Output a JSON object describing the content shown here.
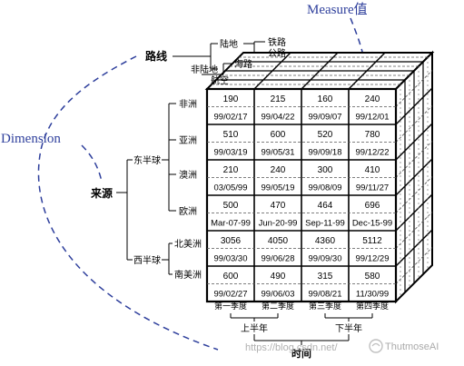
{
  "annotations": {
    "measure": "Measure值",
    "dimension": "Dimension",
    "watermark": "https://blog.csdn.net/",
    "watermark_brand": "ThutmoseAI"
  },
  "route_dimension": {
    "title": "路线",
    "groups": [
      {
        "label": "陆地",
        "children": [
          "铁路",
          "公路"
        ]
      },
      {
        "label": "非陆地",
        "children": [
          "海路",
          "航空"
        ]
      }
    ]
  },
  "source_dimension": {
    "title": "来源",
    "hemispheres": [
      {
        "label": "东半球",
        "regions": [
          "非洲",
          "亚洲",
          "澳洲",
          "欧洲"
        ]
      },
      {
        "label": "西半球",
        "regions": [
          "北美洲",
          "南美洲"
        ]
      }
    ]
  },
  "time_dimension": {
    "title": "时间",
    "halves": [
      "上半年",
      "下半年"
    ],
    "quarters": [
      "第一季度",
      "第二季度",
      "第三季度",
      "第四季度"
    ]
  },
  "grid": {
    "rows": [
      {
        "region": "非洲",
        "cells": [
          {
            "value": "190",
            "date": "99/02/17"
          },
          {
            "value": "215",
            "date": "99/04/22"
          },
          {
            "value": "160",
            "date": "99/09/07"
          },
          {
            "value": "240",
            "date": "99/12/01"
          }
        ]
      },
      {
        "region": "亚洲",
        "cells": [
          {
            "value": "510",
            "date": "99/03/19"
          },
          {
            "value": "600",
            "date": "99/05/31"
          },
          {
            "value": "520",
            "date": "99/09/18"
          },
          {
            "value": "780",
            "date": "99/12/22"
          }
        ]
      },
      {
        "region": "澳洲",
        "cells": [
          {
            "value": "210",
            "date": "03/05/99"
          },
          {
            "value": "240",
            "date": "99/05/19"
          },
          {
            "value": "300",
            "date": "99/08/09"
          },
          {
            "value": "410",
            "date": "99/11/27"
          }
        ]
      },
      {
        "region": "欧洲",
        "cells": [
          {
            "value": "500",
            "date": "Mar-07-99"
          },
          {
            "value": "470",
            "date": "Jun-20-99"
          },
          {
            "value": "464",
            "date": "Sep-11-99"
          },
          {
            "value": "696",
            "date": "Dec-15-99"
          }
        ]
      },
      {
        "region": "北美洲",
        "cells": [
          {
            "value": "3056",
            "date": "99/03/30"
          },
          {
            "value": "4050",
            "date": "99/06/28"
          },
          {
            "value": "4360",
            "date": "99/09/30"
          },
          {
            "value": "5112",
            "date": "99/12/29"
          }
        ]
      },
      {
        "region": "南美洲",
        "cells": [
          {
            "value": "600",
            "date": "99/02/27"
          },
          {
            "value": "490",
            "date": "99/06/03"
          },
          {
            "value": "315",
            "date": "99/08/21"
          },
          {
            "value": "580",
            "date": "11/30/99"
          }
        ]
      }
    ]
  },
  "colors": {
    "annotation_blue": "#2e3f9c",
    "line": "#000000",
    "cell_dash": "#555555"
  }
}
